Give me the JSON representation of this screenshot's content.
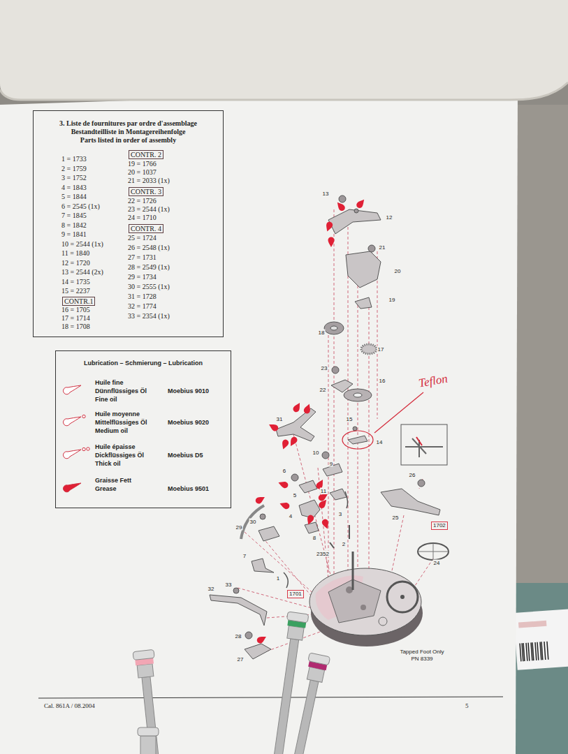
{
  "diagram": {
    "nodes": [
      {
        "text": [
          "3. Liste de fournitures par ordre d'assemblage",
          "Bestandteilliste in Montagereihenfolge",
          "Parts listed in order of assembly"
        ]
      },
      {
        "text": [
          "CONTR.1"
        ],
        "in": 0
      },
      {
        "text": [
          "CONTR. 2"
        ],
        "in": 0
      },
      {
        "text": [
          "CONTR. 3"
        ],
        "in": 0
      },
      {
        "text": [
          "CONTR. 4"
        ],
        "in": 0
      },
      {
        "text": [
          "Lubrication – Schmierung – Lubrication"
        ]
      },
      {
        "text": [
          "1702"
        ]
      },
      {
        "text": [
          "1701"
        ]
      }
    ],
    "labels": [
      "1 = 1733",
      "2 = 1759",
      "3 = 1752",
      "4 = 1843",
      "5 = 1844",
      "6 = 2545 (1x)",
      "7 = 1845",
      "8 = 1842",
      "9 = 1841",
      "10 = 2544 (1x)",
      "11 = 1840",
      "12 = 1720",
      "13 = 2544 (2x)",
      "14 = 1735",
      "15 = 2237",
      "16 = 1705",
      "17 = 1714",
      "18 = 1708",
      "19 = 1766",
      "20 = 1037",
      "21 = 2033 (1x)",
      "22 = 1726",
      "23 = 2544 (1x)",
      "24 = 1710",
      "25 = 1724",
      "26 = 2548 (1x)",
      "27 = 1731",
      "28 = 2549 (1x)",
      "29 = 1734",
      "30 = 2555 (1x)",
      "31 = 1728",
      "32 = 1774",
      "33 = 2354 (1x)",
      "13",
      "12",
      "21",
      "20",
      "19",
      "18",
      "17",
      "23",
      "16",
      "22",
      "15",
      "31",
      "14",
      "10",
      "9",
      "6",
      "26",
      "11",
      "5",
      "3",
      "4",
      "25",
      "30",
      "29",
      "8",
      "2",
      "2352",
      "24",
      "7",
      "1",
      "33",
      "32",
      "28",
      "27",
      "Teflon",
      "Tapped Foot Only PN 8339",
      "Cal. 861A / 08.2004",
      "5",
      "Moebius 9010",
      "Moebius 9020",
      "Moebius D5",
      "Moebius 9501"
    ],
    "legend": [
      {
        "text": "Huile fine Dünnflüssiges Öl Fine oil"
      },
      {
        "text": "Huile moyenne Mittelflüssiges Öl Medium oil"
      },
      {
        "text": "Huile épaisse Dickflüssiges Öl Thick oil"
      },
      {
        "text": "Graisse Fett Grease"
      }
    ]
  }
}
